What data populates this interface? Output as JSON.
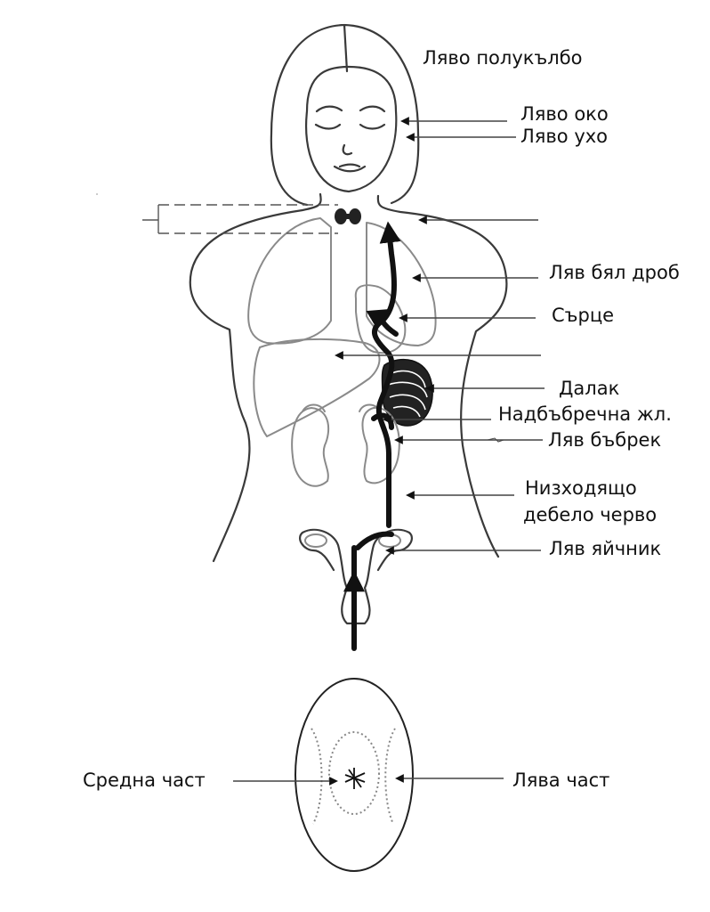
{
  "labels": {
    "left_hemisphere": "Ляво полукълбо",
    "left_eye": "Ляво око",
    "left_ear": "Ляво ухо",
    "left_lung": "Ляв бял дроб",
    "heart": "Сърце",
    "spleen": "Далак",
    "adrenal": "Надбъбречна жл.",
    "left_kidney": "Ляв бъбрек",
    "descending_colon_line1": "Низходящо",
    "descending_colon_line2": "дебело черво",
    "left_ovary": "Ляв яйчник",
    "middle_part": "Средна част",
    "left_part": "Лява част"
  }
}
